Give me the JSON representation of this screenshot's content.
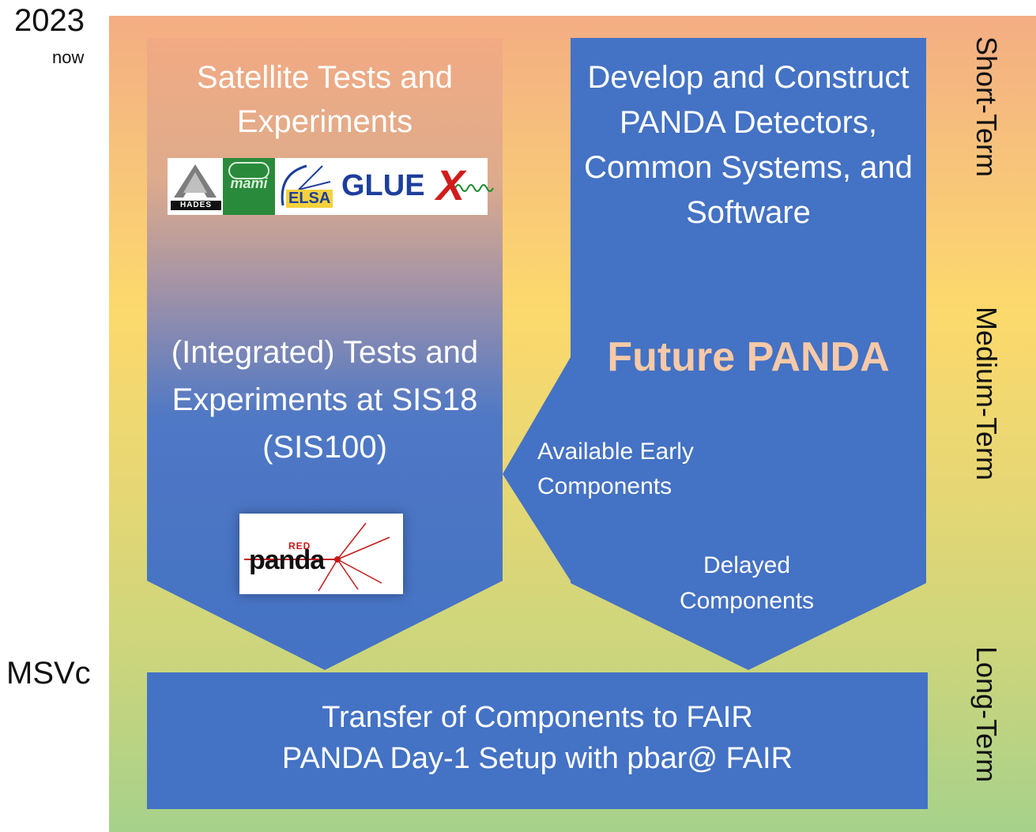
{
  "timeline": {
    "start_year": "2023",
    "start_note": "now",
    "end_marker": "MSVc",
    "phases": [
      "Short-Term",
      "Medium-Term",
      "Long-Term"
    ]
  },
  "left_column": {
    "satellite_title": "Satellite Tests and Experiments",
    "logos": {
      "hades": "HADES",
      "mami": "mami",
      "elsa": "ELSA",
      "gluex": "GLUE",
      "gluex_x": "X"
    },
    "integrated_title": "(Integrated) Tests and Experiments at SIS18 (SIS100)",
    "redpanda_logo": {
      "red": "RED",
      "panda": "panda"
    }
  },
  "right_column": {
    "develop_title": "Develop and Construct PANDA Detectors, Common Systems, and Software",
    "future_label": "Future PANDA",
    "early_components_line1": "Available Early",
    "early_components_line2": "Components",
    "delayed_components": "Delayed Components"
  },
  "bottom_box": {
    "line1": "Transfer of Components to FAIR",
    "line2": "PANDA Day-1 Setup with pbar@ FAIR"
  },
  "colors": {
    "box_blue": "#4472c4",
    "future_text": "#f6c9a8",
    "bg_top": "#f3ad83",
    "bg_bottom": "#a6d18b"
  }
}
